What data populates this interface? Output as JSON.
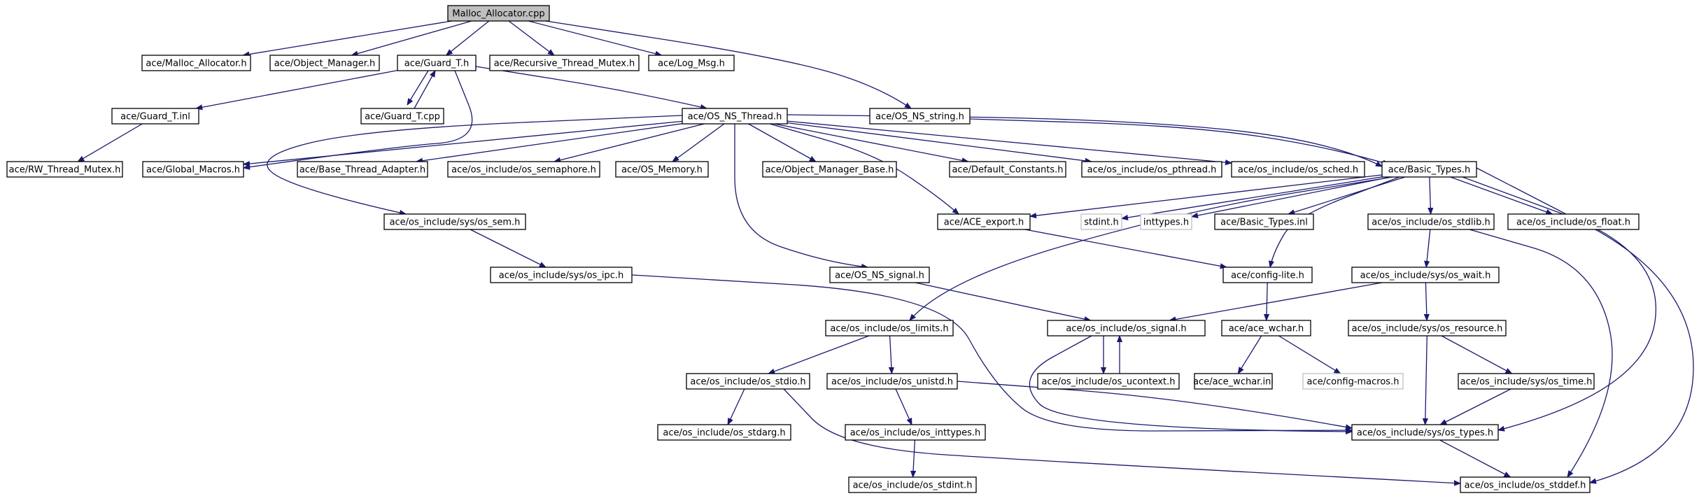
{
  "diagram": {
    "title": "",
    "colors": {
      "edge": "#191970",
      "root_fill": "#bfbfbf",
      "node_fill": "#ffffff",
      "missing_border": "#bfbfbf"
    },
    "nodes": [
      {
        "id": "n0",
        "label": "Malloc_Allocator.cpp",
        "kind": "root"
      },
      {
        "id": "n1",
        "label": "ace/Malloc_Allocator.h"
      },
      {
        "id": "n2",
        "label": "ace/Object_Manager.h"
      },
      {
        "id": "n3",
        "label": "ace/Guard_T.h"
      },
      {
        "id": "n4",
        "label": "ace/Recursive_Thread_Mutex.h"
      },
      {
        "id": "n5",
        "label": "ace/Log_Msg.h"
      },
      {
        "id": "n6",
        "label": "ace/Guard_T.inl"
      },
      {
        "id": "n7",
        "label": "ace/Guard_T.cpp"
      },
      {
        "id": "n8",
        "label": "ace/OS_NS_Thread.h"
      },
      {
        "id": "n9",
        "label": "ace/OS_NS_string.h"
      },
      {
        "id": "n10",
        "label": "ace/RW_Thread_Mutex.h"
      },
      {
        "id": "n11",
        "label": "ace/Global_Macros.h"
      },
      {
        "id": "n12",
        "label": "ace/Base_Thread_Adapter.h"
      },
      {
        "id": "n13",
        "label": "ace/os_include/os_semaphore.h"
      },
      {
        "id": "n14",
        "label": "ace/OS_Memory.h"
      },
      {
        "id": "n15",
        "label": "ace/Object_Manager_Base.h"
      },
      {
        "id": "n16",
        "label": "ace/Default_Constants.h"
      },
      {
        "id": "n17",
        "label": "ace/os_include/os_pthread.h"
      },
      {
        "id": "n18",
        "label": "ace/os_include/os_sched.h"
      },
      {
        "id": "n19",
        "label": "ace/Basic_Types.h"
      },
      {
        "id": "n20",
        "label": "ace/os_include/sys/os_sem.h"
      },
      {
        "id": "n21",
        "label": "ace/ACE_export.h"
      },
      {
        "id": "n22",
        "label": "stdint.h",
        "kind": "missing"
      },
      {
        "id": "n23",
        "label": "inttypes.h",
        "kind": "missing"
      },
      {
        "id": "n24",
        "label": "ace/Basic_Types.inl"
      },
      {
        "id": "n25",
        "label": "ace/os_include/os_stdlib.h"
      },
      {
        "id": "n26",
        "label": "ace/os_include/os_float.h"
      },
      {
        "id": "n27",
        "label": "ace/os_include/sys/os_ipc.h"
      },
      {
        "id": "n28",
        "label": "ace/OS_NS_signal.h"
      },
      {
        "id": "n29",
        "label": "ace/config-lite.h"
      },
      {
        "id": "n30",
        "label": "ace/os_include/sys/os_wait.h"
      },
      {
        "id": "n31",
        "label": "ace/os_include/os_limits.h"
      },
      {
        "id": "n32",
        "label": "ace/os_include/os_signal.h"
      },
      {
        "id": "n33",
        "label": "ace/ace_wchar.h"
      },
      {
        "id": "n34",
        "label": "ace/os_include/sys/os_resource.h"
      },
      {
        "id": "n35",
        "label": "ace/os_include/os_stdio.h"
      },
      {
        "id": "n36",
        "label": "ace/os_include/os_unistd.h"
      },
      {
        "id": "n37",
        "label": "ace/os_include/os_ucontext.h"
      },
      {
        "id": "n38",
        "label": "ace/ace_wchar.inl"
      },
      {
        "id": "n39",
        "label": "ace/config-macros.h",
        "kind": "missing"
      },
      {
        "id": "n40",
        "label": "ace/os_include/sys/os_time.h"
      },
      {
        "id": "n41",
        "label": "ace/os_include/os_stdarg.h"
      },
      {
        "id": "n42",
        "label": "ace/os_include/os_inttypes.h"
      },
      {
        "id": "n43",
        "label": "ace/os_include/sys/os_types.h"
      },
      {
        "id": "n44",
        "label": "ace/os_include/os_stdint.h"
      },
      {
        "id": "n45",
        "label": "ace/os_include/os_stddef.h"
      }
    ],
    "edges": [
      [
        "n0",
        "n1"
      ],
      [
        "n0",
        "n2"
      ],
      [
        "n0",
        "n3"
      ],
      [
        "n0",
        "n4"
      ],
      [
        "n0",
        "n5"
      ],
      [
        "n0",
        "n9"
      ],
      [
        "n3",
        "n6"
      ],
      [
        "n3",
        "n7"
      ],
      [
        "n7",
        "n3"
      ],
      [
        "n3",
        "n8"
      ],
      [
        "n3",
        "n11"
      ],
      [
        "n6",
        "n10"
      ],
      [
        "n8",
        "n11"
      ],
      [
        "n8",
        "n12"
      ],
      [
        "n8",
        "n13"
      ],
      [
        "n8",
        "n14"
      ],
      [
        "n8",
        "n15"
      ],
      [
        "n8",
        "n16"
      ],
      [
        "n8",
        "n17"
      ],
      [
        "n8",
        "n18"
      ],
      [
        "n8",
        "n19"
      ],
      [
        "n8",
        "n20"
      ],
      [
        "n8",
        "n21"
      ],
      [
        "n8",
        "n28"
      ],
      [
        "n9",
        "n19"
      ],
      [
        "n19",
        "n21"
      ],
      [
        "n19",
        "n22"
      ],
      [
        "n19",
        "n23"
      ],
      [
        "n19",
        "n24"
      ],
      [
        "n19",
        "n25"
      ],
      [
        "n19",
        "n26"
      ],
      [
        "n19",
        "n29"
      ],
      [
        "n19",
        "n31"
      ],
      [
        "n19",
        "n43"
      ],
      [
        "n19",
        "n45"
      ],
      [
        "n20",
        "n27"
      ],
      [
        "n27",
        "n43"
      ],
      [
        "n21",
        "n29"
      ],
      [
        "n25",
        "n30"
      ],
      [
        "n25",
        "n45"
      ],
      [
        "n28",
        "n32"
      ],
      [
        "n29",
        "n33"
      ],
      [
        "n30",
        "n32"
      ],
      [
        "n30",
        "n34"
      ],
      [
        "n31",
        "n35"
      ],
      [
        "n31",
        "n36"
      ],
      [
        "n32",
        "n37"
      ],
      [
        "n37",
        "n32"
      ],
      [
        "n32",
        "n43"
      ],
      [
        "n33",
        "n38"
      ],
      [
        "n33",
        "n39"
      ],
      [
        "n34",
        "n40"
      ],
      [
        "n34",
        "n43"
      ],
      [
        "n35",
        "n41"
      ],
      [
        "n35",
        "n45"
      ],
      [
        "n36",
        "n42"
      ],
      [
        "n36",
        "n43"
      ],
      [
        "n40",
        "n43"
      ],
      [
        "n42",
        "n44"
      ],
      [
        "n43",
        "n45"
      ]
    ]
  }
}
